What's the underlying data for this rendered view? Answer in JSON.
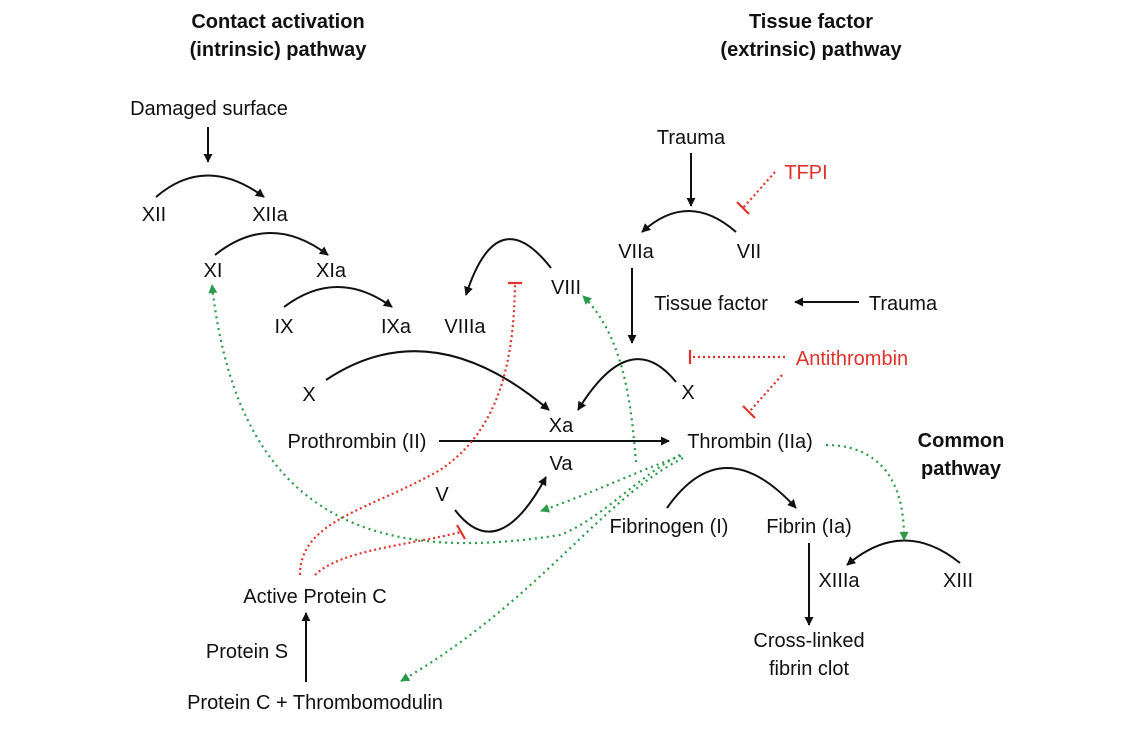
{
  "headers": {
    "intrinsic": [
      "Contact activation",
      "(intrinsic) pathway"
    ],
    "extrinsic": [
      "Tissue factor",
      "(extrinsic) pathway"
    ],
    "common": [
      "Common",
      "pathway"
    ]
  },
  "nodes": {
    "damaged_surface": "Damaged surface",
    "xii": "XII",
    "xiia": "XIIa",
    "xi": "XI",
    "xia": "XIa",
    "ix": "IX",
    "ixa": "IXa",
    "viiia": "VIIIa",
    "viii": "VIII",
    "trauma_top": "Trauma",
    "tfpi": "TFPI",
    "viia": "VIIa",
    "vii": "VII",
    "tissue_factor": "Tissue factor",
    "trauma_right": "Trauma",
    "antithrombin": "Antithrombin",
    "x_left": "X",
    "x_right": "X",
    "xa": "Xa",
    "prothrombin": "Prothrombin (II)",
    "thrombin": "Thrombin (IIa)",
    "va": "Va",
    "v": "V",
    "fibrinogen": "Fibrinogen (I)",
    "fibrin": "Fibrin (Ia)",
    "xiiia": "XIIIa",
    "xiii": "XIII",
    "clot": [
      "Cross-linked",
      "fibrin clot"
    ],
    "active_protein_c": "Active Protein C",
    "protein_s": "Protein S",
    "protein_c_thrombomodulin": "Protein C + Thrombomodulin"
  },
  "colors": {
    "activation": "#111111",
    "inhibition": "#e0322b",
    "feedback": "#2a9a4a"
  }
}
